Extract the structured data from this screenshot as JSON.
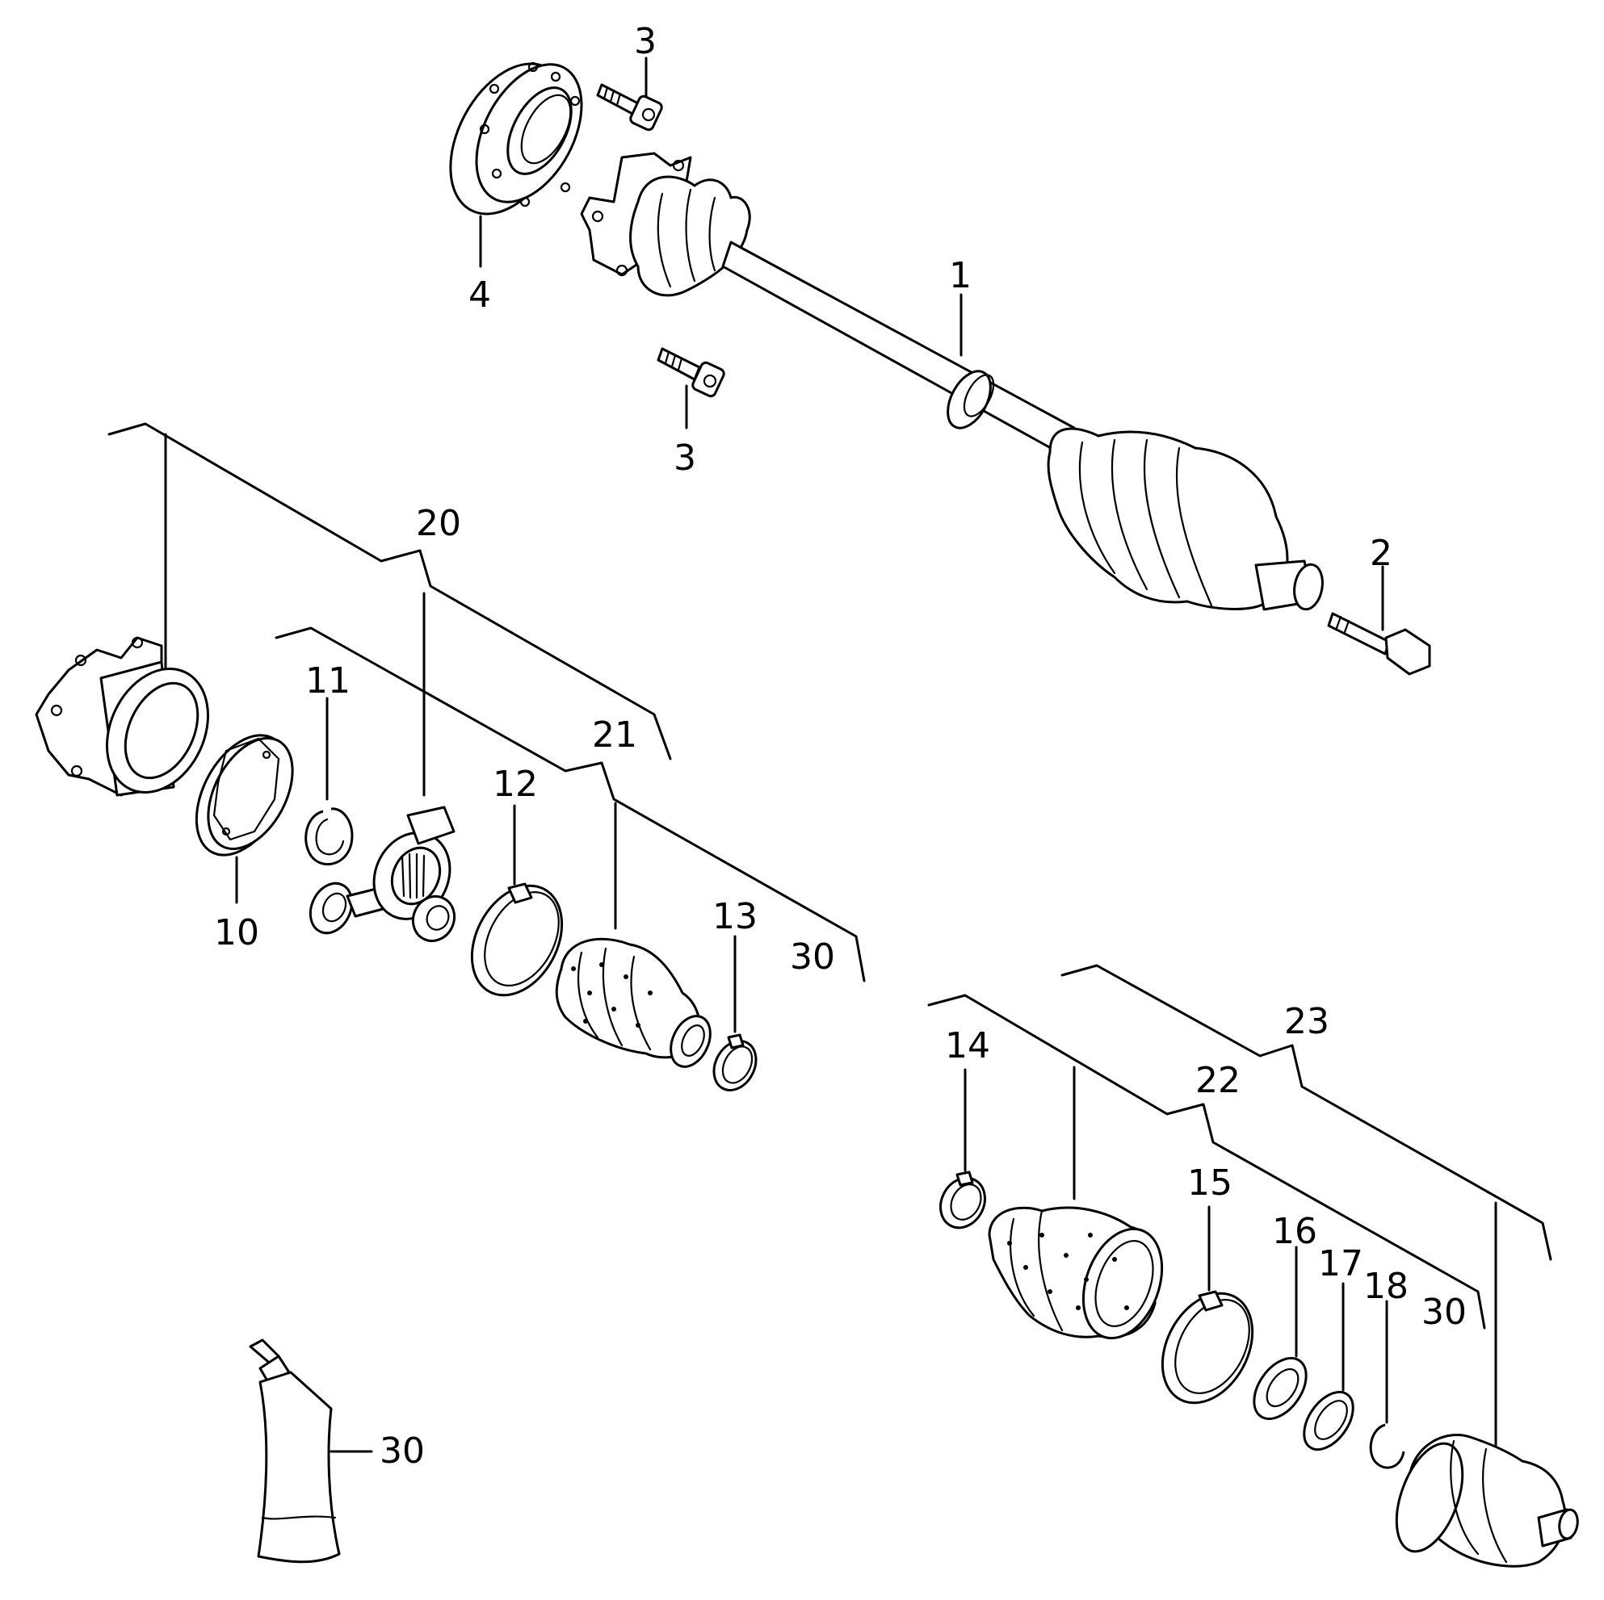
{
  "colors": {
    "ink": "#000000",
    "paper": "#ffffff"
  },
  "labels": {
    "p1": "1",
    "p2": "2",
    "p3_top": "3",
    "p3_mid": "3",
    "p4": "4",
    "p10": "10",
    "p11": "11",
    "p12": "12",
    "p13": "13",
    "p14": "14",
    "p15": "15",
    "p16": "16",
    "p17": "17",
    "p18": "18",
    "p20": "20",
    "p21": "21",
    "p22": "22",
    "p23": "23",
    "p30_a": "30",
    "p30_b": "30",
    "p30_c": "30"
  }
}
